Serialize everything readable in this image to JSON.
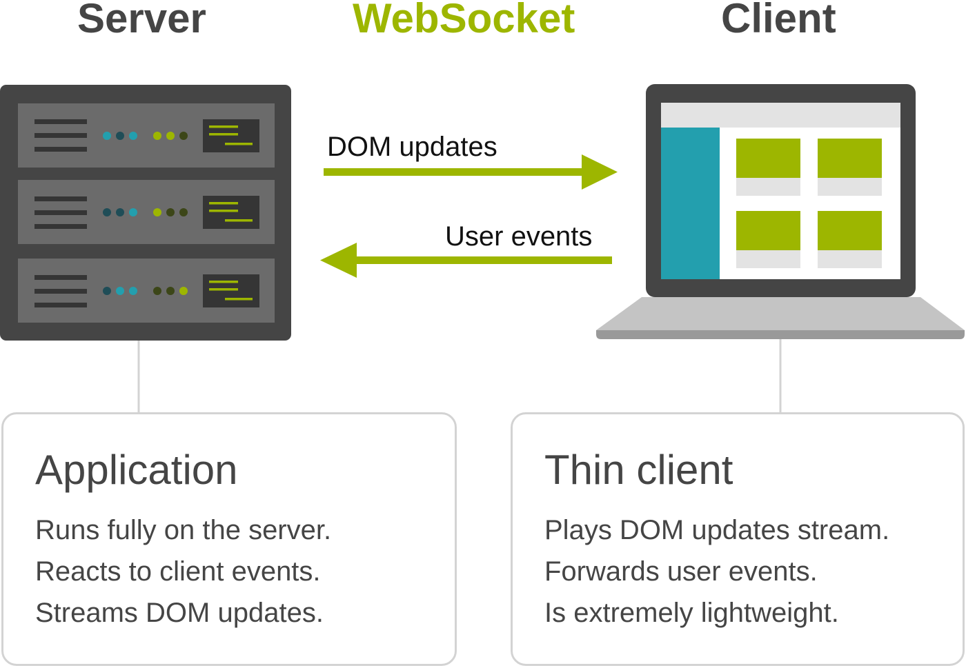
{
  "headings": {
    "server": "Server",
    "transport": "WebSocket",
    "client": "Client"
  },
  "arrows": {
    "to_client": "DOM updates",
    "to_server": "User events"
  },
  "cards": {
    "server": {
      "title": "Application",
      "lines": [
        "Runs fully on the server.",
        "Reacts to client events.",
        "Streams DOM updates."
      ]
    },
    "client": {
      "title": "Thin client",
      "lines": [
        "Plays DOM updates stream.",
        "Forwards user events.",
        "Is extremely lightweight."
      ]
    }
  },
  "colors": {
    "accent_green": "#9db600",
    "teal": "#239fae",
    "dark_gray": "#454545",
    "light_gray": "#d3d3d3"
  },
  "icons": {
    "server": "server-rack-icon",
    "client": "laptop-icon"
  }
}
